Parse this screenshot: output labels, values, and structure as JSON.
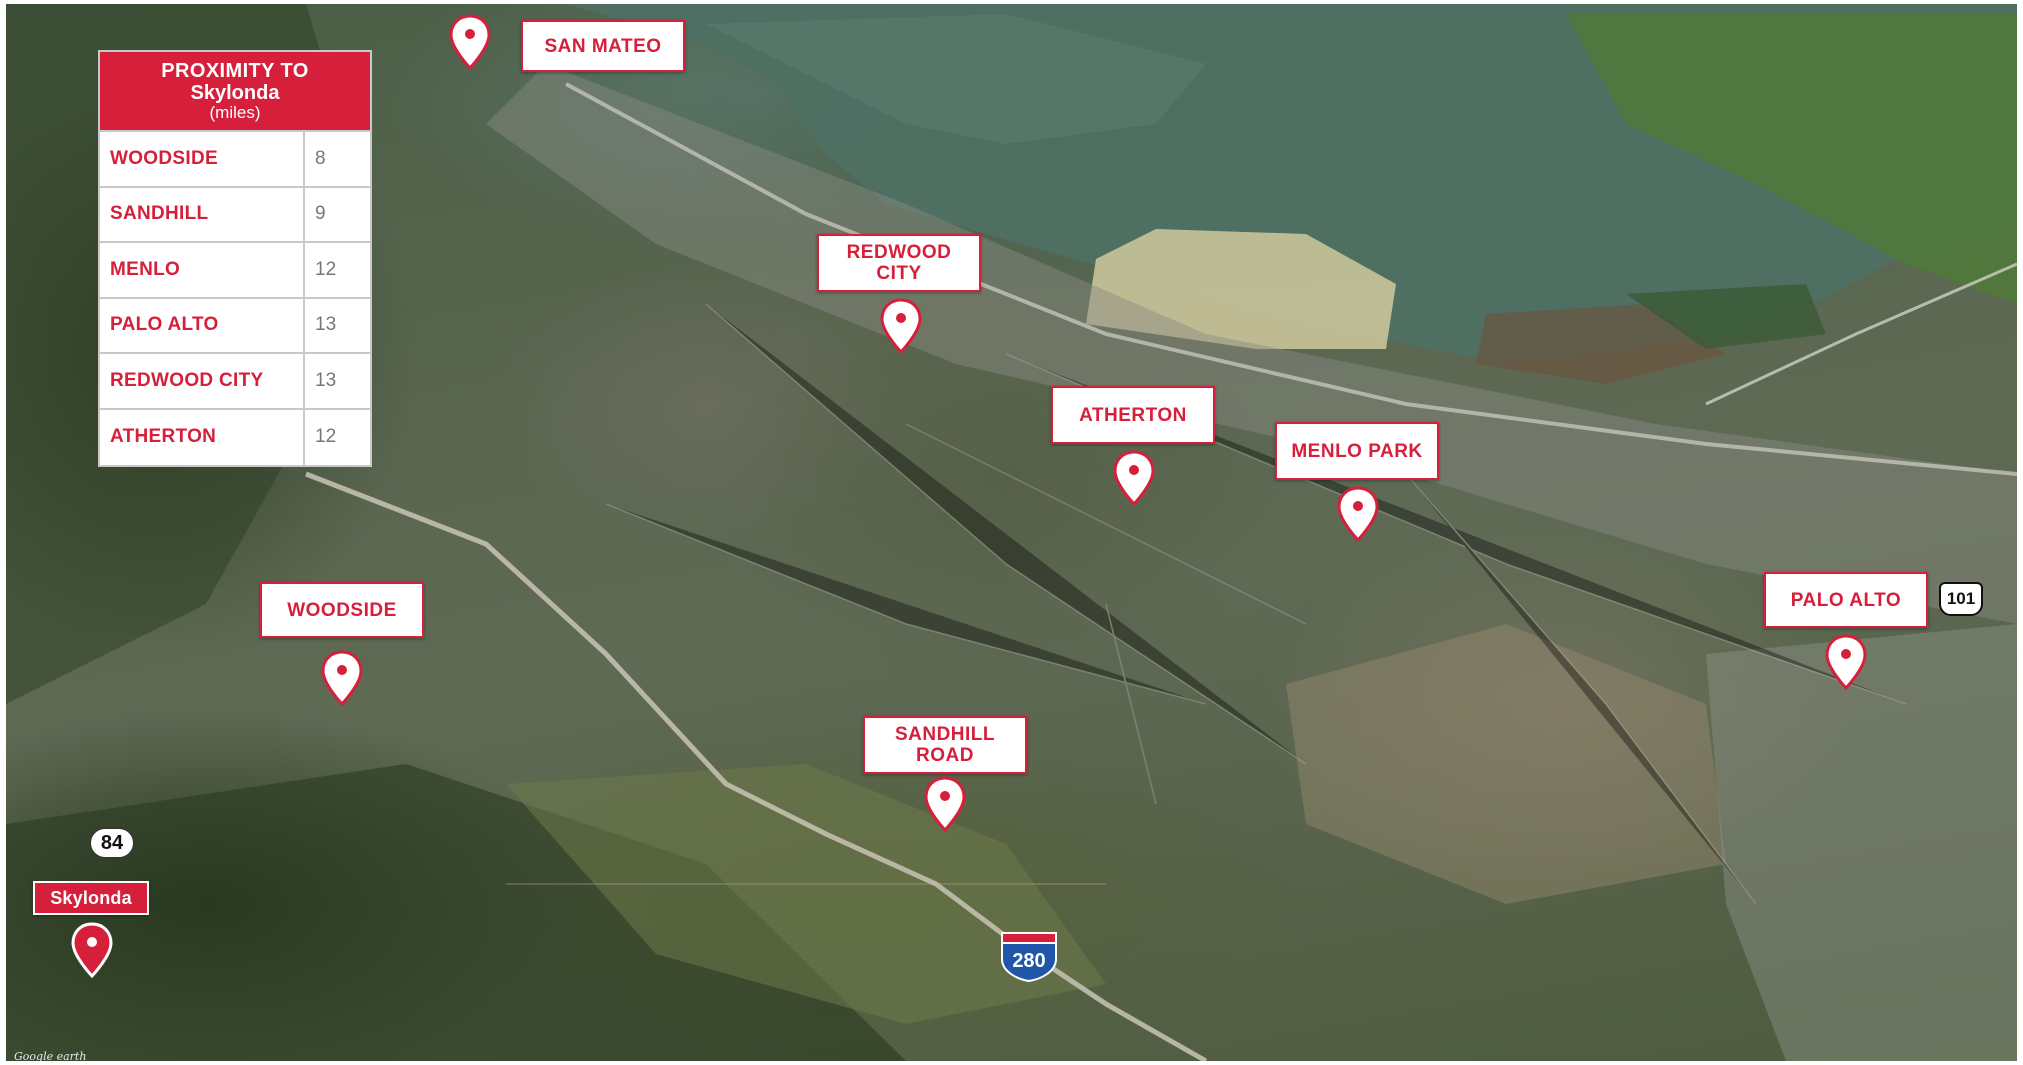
{
  "table": {
    "title_line1": "PROXIMITY TO",
    "title_line2": "Skylonda",
    "subtitle": "(miles)",
    "rows": [
      {
        "city": "WOODSIDE",
        "miles": "8"
      },
      {
        "city": "SANDHILL",
        "miles": "9"
      },
      {
        "city": "MENLO",
        "miles": "12"
      },
      {
        "city": "PALO ALTO",
        "miles": "13"
      },
      {
        "city": "REDWOOD CITY",
        "miles": "13"
      },
      {
        "city": "ATHERTON",
        "miles": "12"
      }
    ]
  },
  "markers": {
    "san_mateo": "SAN MATEO",
    "redwood_city_1": "REDWOOD",
    "redwood_city_2": "CITY",
    "atherton": "ATHERTON",
    "menlo_park": "MENLO PARK",
    "woodside": "WOODSIDE",
    "palo_alto": "PALO ALTO",
    "sandhill_1": "SANDHILL",
    "sandhill_2": "ROAD",
    "skylonda": "Skylonda"
  },
  "shields": {
    "route_84": "84",
    "us_101": "101",
    "interstate_280": "280"
  },
  "attribution": "Google earth",
  "colors": {
    "accent_red": "#d61f3a",
    "interstate_blue": "#1f56a8"
  }
}
